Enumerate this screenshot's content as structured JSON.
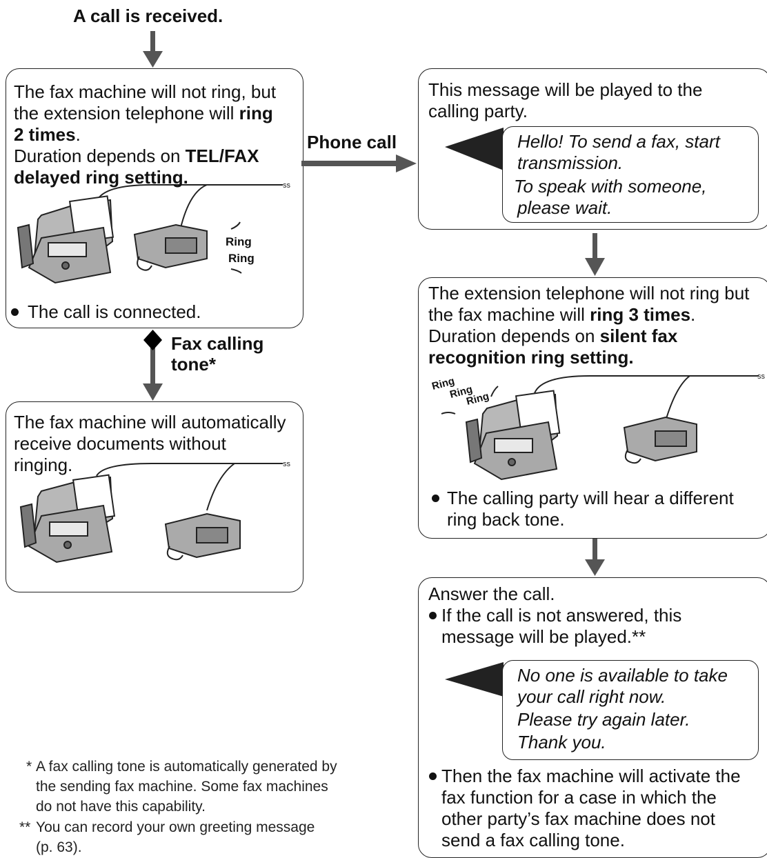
{
  "start_label": "A call is received.",
  "box1": {
    "l1": "The fax machine will not ring, but",
    "l2a": "the extension telephone will ",
    "l2b": "ring",
    "l3a": "2 times",
    "l3b": ".",
    "l4a": "Duration depends on ",
    "l4b": "TEL/FAX",
    "l5": "delayed ring setting.",
    "ring1": "Ring",
    "ring2": "Ring",
    "bullet": "The call is connected."
  },
  "phone_call_label": "Phone call",
  "fax_tone_label_1": "Fax calling",
  "fax_tone_label_2": "tone*",
  "box2": {
    "l1": "The fax machine will automatically",
    "l2": "receive documents without",
    "l3": "ringing."
  },
  "box3": {
    "l1": "This message will be played to the",
    "l2": "calling party.",
    "msg1": "Hello! To send a fax, start",
    "msg2": "transmission.",
    "msg3": "To speak with someone,",
    "msg4": "please wait."
  },
  "box4": {
    "l1": "The extension telephone will not ring but",
    "l2a": "the fax machine will ",
    "l2b": "ring 3 times",
    "l2c": ".",
    "l3a": "Duration depends on ",
    "l3b": "silent fax",
    "l4": "recognition ring setting.",
    "ring1": "Ring",
    "ring2": "Ring",
    "ring3": "Ring",
    "bullet_l1": "The calling party will hear a different",
    "bullet_l2": "ring back tone."
  },
  "box5": {
    "l1": "Answer the call.",
    "b1_l1": "If the call is not answered, this",
    "b1_l2": "message will be played.**",
    "msg1": "No one is available to take",
    "msg2": "your call right now.",
    "msg3": "Please try again later.",
    "msg4": "Thank you.",
    "b2_l1": "Then the fax machine will activate the",
    "b2_l2": "fax function for a case in which the",
    "b2_l3": "other party’s fax machine does not",
    "b2_l4": "send a fax calling tone."
  },
  "footnotes": {
    "f1_mark": "*",
    "f1_l1": "A fax calling tone is automatically generated by",
    "f1_l2": "the sending fax machine. Some fax machines",
    "f1_l3": "do not have this capability.",
    "f2_mark": "**",
    "f2_l1": "You can record your own greeting message",
    "f2_l2": "(p. 63)."
  }
}
